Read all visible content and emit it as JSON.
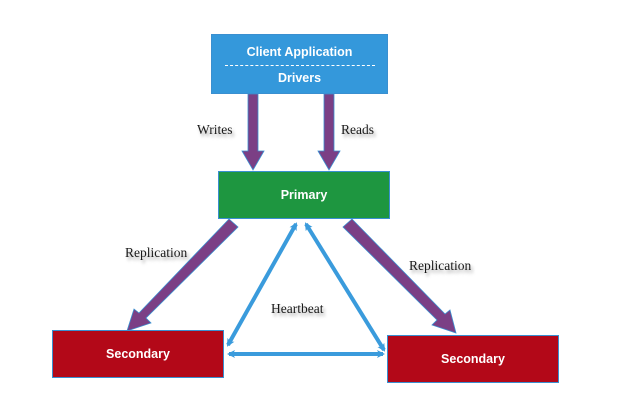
{
  "diagram": {
    "nodes": {
      "client": {
        "title": "Client Application",
        "separator": "--------------------------------",
        "subtitle": "Drivers",
        "color": "#3498db"
      },
      "primary": {
        "label": "Primary",
        "color": "#1e9640"
      },
      "secondary_left": {
        "label": "Secondary",
        "color": "#b30818"
      },
      "secondary_right": {
        "label": "Secondary",
        "color": "#b30818"
      }
    },
    "edges": {
      "writes": {
        "label": "Writes",
        "from": "client",
        "to": "primary",
        "color": "#7b3f85"
      },
      "reads": {
        "label": "Reads",
        "from": "client",
        "to": "primary",
        "color": "#7b3f85"
      },
      "replication_left": {
        "label": "Replication",
        "from": "primary",
        "to": "secondary_left",
        "color": "#7b3f85"
      },
      "replication_right": {
        "label": "Replication",
        "from": "primary",
        "to": "secondary_right",
        "color": "#7b3f85"
      },
      "heartbeat": {
        "label": "Heartbeat",
        "between": [
          "primary",
          "secondary_left",
          "secondary_right"
        ],
        "color": "#3a9bdc"
      }
    }
  }
}
